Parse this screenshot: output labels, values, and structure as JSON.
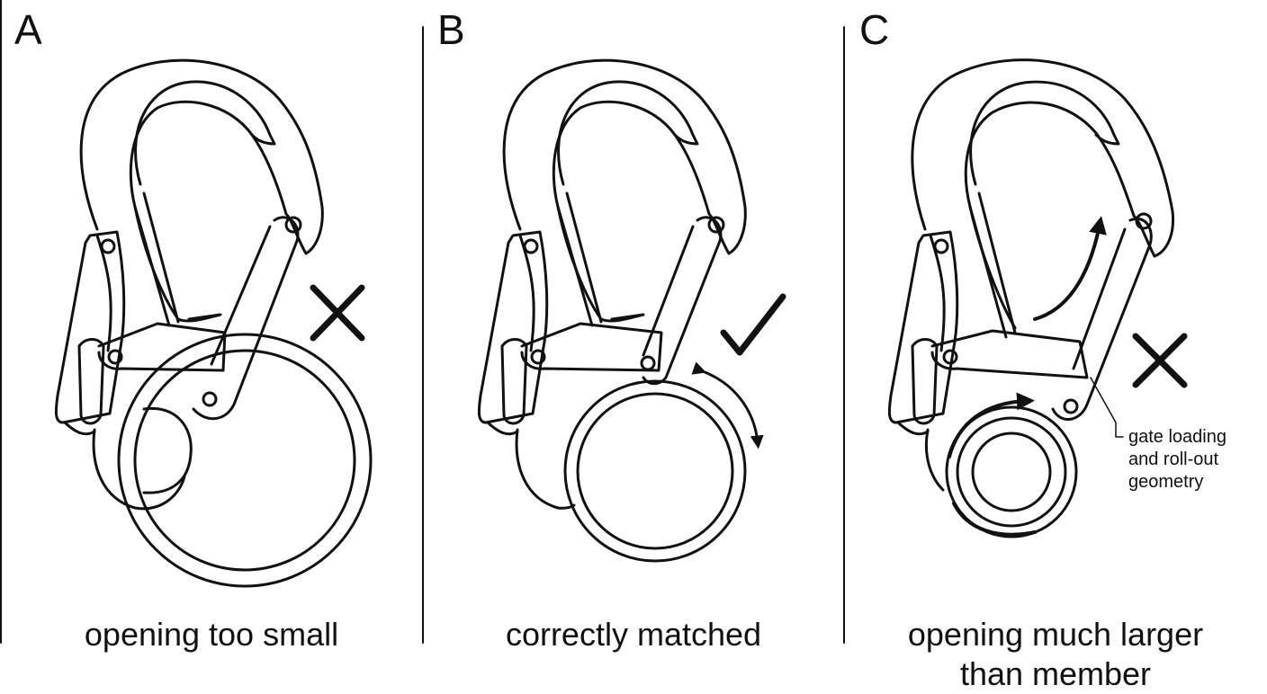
{
  "colors": {
    "line": "#111111",
    "background": "#ffffff"
  },
  "panels": [
    {
      "letter": "A",
      "caption": [
        "opening too small"
      ],
      "mark": "cross-icon"
    },
    {
      "letter": "B",
      "caption": [
        "correctly matched"
      ],
      "mark": "check-icon"
    },
    {
      "letter": "C",
      "caption": [
        "opening much larger",
        "than member"
      ],
      "mark": "cross-icon",
      "callout": [
        "gate loading",
        "and roll-out",
        "geometry"
      ]
    }
  ]
}
